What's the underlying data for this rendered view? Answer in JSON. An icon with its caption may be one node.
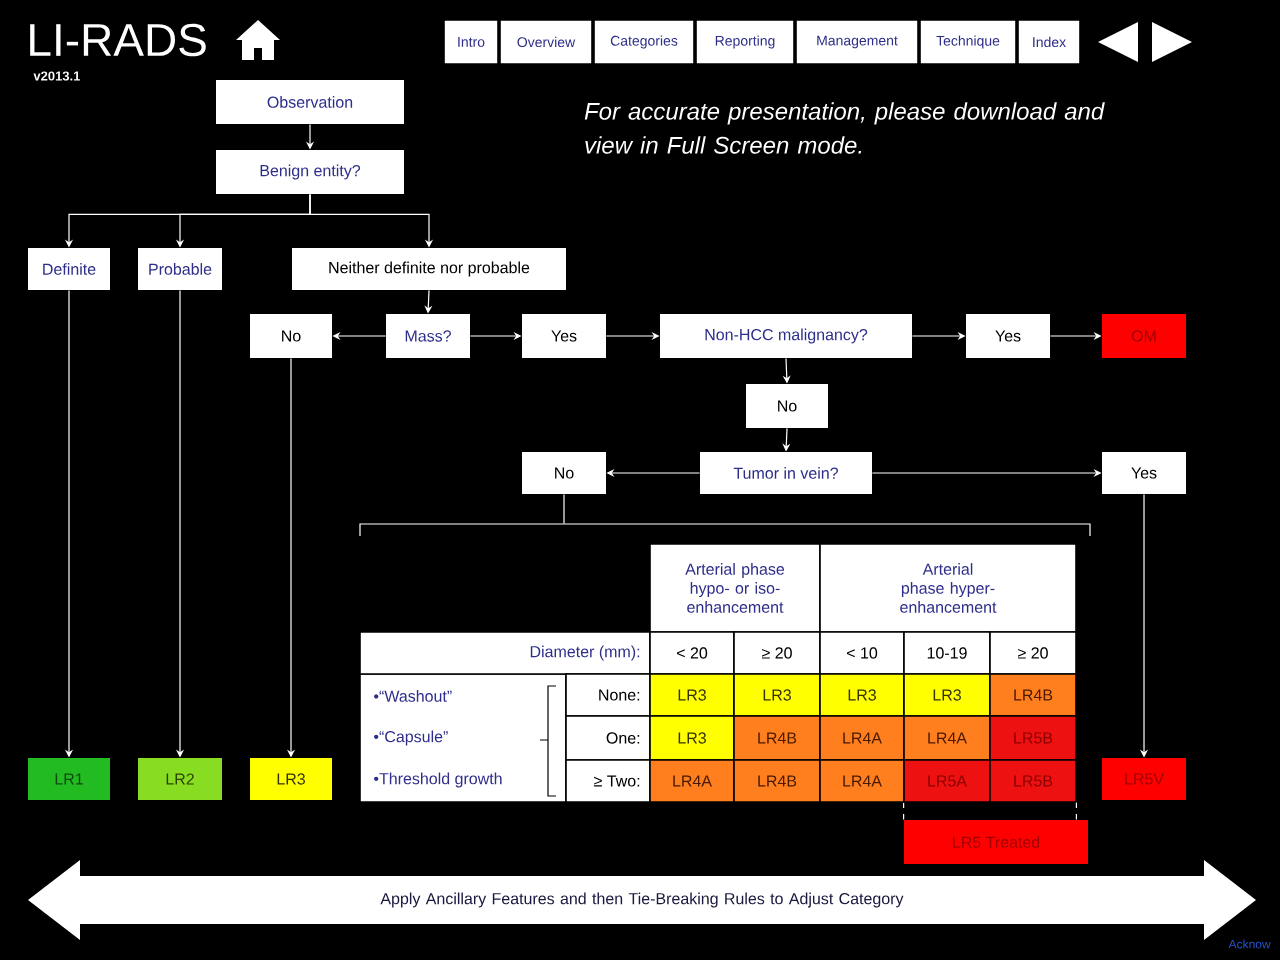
{
  "diagram": {
    "title": "LI-RADS",
    "nodes": [
      {
        "text": [
          "Observation"
        ]
      },
      {
        "text": [
          "Benign entity?"
        ]
      },
      {
        "text": [
          "Definite"
        ]
      },
      {
        "text": [
          "Probable"
        ]
      },
      {
        "text": [
          "Neither definite nor probable"
        ]
      },
      {
        "text": [
          "No"
        ]
      },
      {
        "text": [
          "Mass?"
        ]
      },
      {
        "text": [
          "Yes"
        ]
      },
      {
        "text": [
          "Non-HCC malignancy?"
        ]
      },
      {
        "text": [
          "Yes"
        ]
      },
      {
        "text": [
          "OM"
        ]
      },
      {
        "text": [
          "No"
        ]
      },
      {
        "text": [
          "No"
        ]
      },
      {
        "text": [
          "Tumor in vein?"
        ]
      },
      {
        "text": [
          "Yes"
        ]
      },
      {
        "text": [
          "LR1"
        ]
      },
      {
        "text": [
          "LR2"
        ]
      },
      {
        "text": [
          "LR3"
        ]
      },
      {
        "text": [
          "LR5V"
        ]
      },
      {
        "text": [],
        "shape": "table"
      },
      {
        "text": [
          "LR5 Treated"
        ]
      },
      {
        "text": [
          "Apply Ancillary Features and then Tie-Breaking Rules to Adjust Category"
        ]
      }
    ],
    "edges": [
      {
        "from": 0,
        "to": 1,
        "arrow": "to"
      },
      {
        "from": 1,
        "to": 2,
        "arrow": "to"
      },
      {
        "from": 1,
        "to": 3,
        "arrow": "to"
      },
      {
        "from": 1,
        "to": 4,
        "arrow": "to"
      },
      {
        "from": 4,
        "to": 6,
        "arrow": "to"
      },
      {
        "from": 6,
        "to": 5,
        "arrow": "to"
      },
      {
        "from": 6,
        "to": 7,
        "arrow": "to"
      },
      {
        "from": 7,
        "to": 8,
        "arrow": "to"
      },
      {
        "from": 8,
        "to": 9,
        "arrow": "to"
      },
      {
        "from": 9,
        "to": 10,
        "arrow": "to"
      },
      {
        "from": 8,
        "to": 11,
        "arrow": "to"
      },
      {
        "from": 11,
        "to": 13,
        "arrow": "to"
      },
      {
        "from": 13,
        "to": 12,
        "arrow": "to"
      },
      {
        "from": 13,
        "to": 14,
        "arrow": "to"
      },
      {
        "from": 12,
        "to": 19,
        "arrow": "none"
      },
      {
        "from": 2,
        "to": 15,
        "arrow": "to"
      },
      {
        "from": 3,
        "to": 16,
        "arrow": "to"
      },
      {
        "from": 5,
        "to": 17,
        "arrow": "to"
      },
      {
        "from": 14,
        "to": 18,
        "arrow": "to"
      },
      {
        "from": 19,
        "to": 20,
        "arrow": "none",
        "style": "dashed"
      },
      {
        "from": 19,
        "to": 20,
        "arrow": "none",
        "style": "dashed"
      }
    ],
    "labels": [
      "v2013.1",
      "Intro",
      "Overview",
      "Categories",
      "Reporting",
      "Management",
      "Technique",
      "Index",
      "For accurate presentation, please download and view in Full Screen mode.",
      "Arterial phase hypo- or iso-enhancement",
      "Arterial phase hyper-enhancement",
      "Diameter (mm):",
      "< 20",
      "≥ 20",
      "< 10",
      "10-19",
      "≥ 20",
      "None:",
      "LR3",
      "LR3",
      "LR3",
      "LR3",
      "LR4B",
      "One:",
      "LR3",
      "LR4B",
      "LR4A",
      "LR4A",
      "LR5B",
      "≥ Two:",
      "LR4A",
      "LR4B",
      "LR4A",
      "LR5A",
      "LR5B",
      "•“Washout”",
      "•“Capsule”",
      "•Threshold growth",
      "Acknow"
    ]
  }
}
